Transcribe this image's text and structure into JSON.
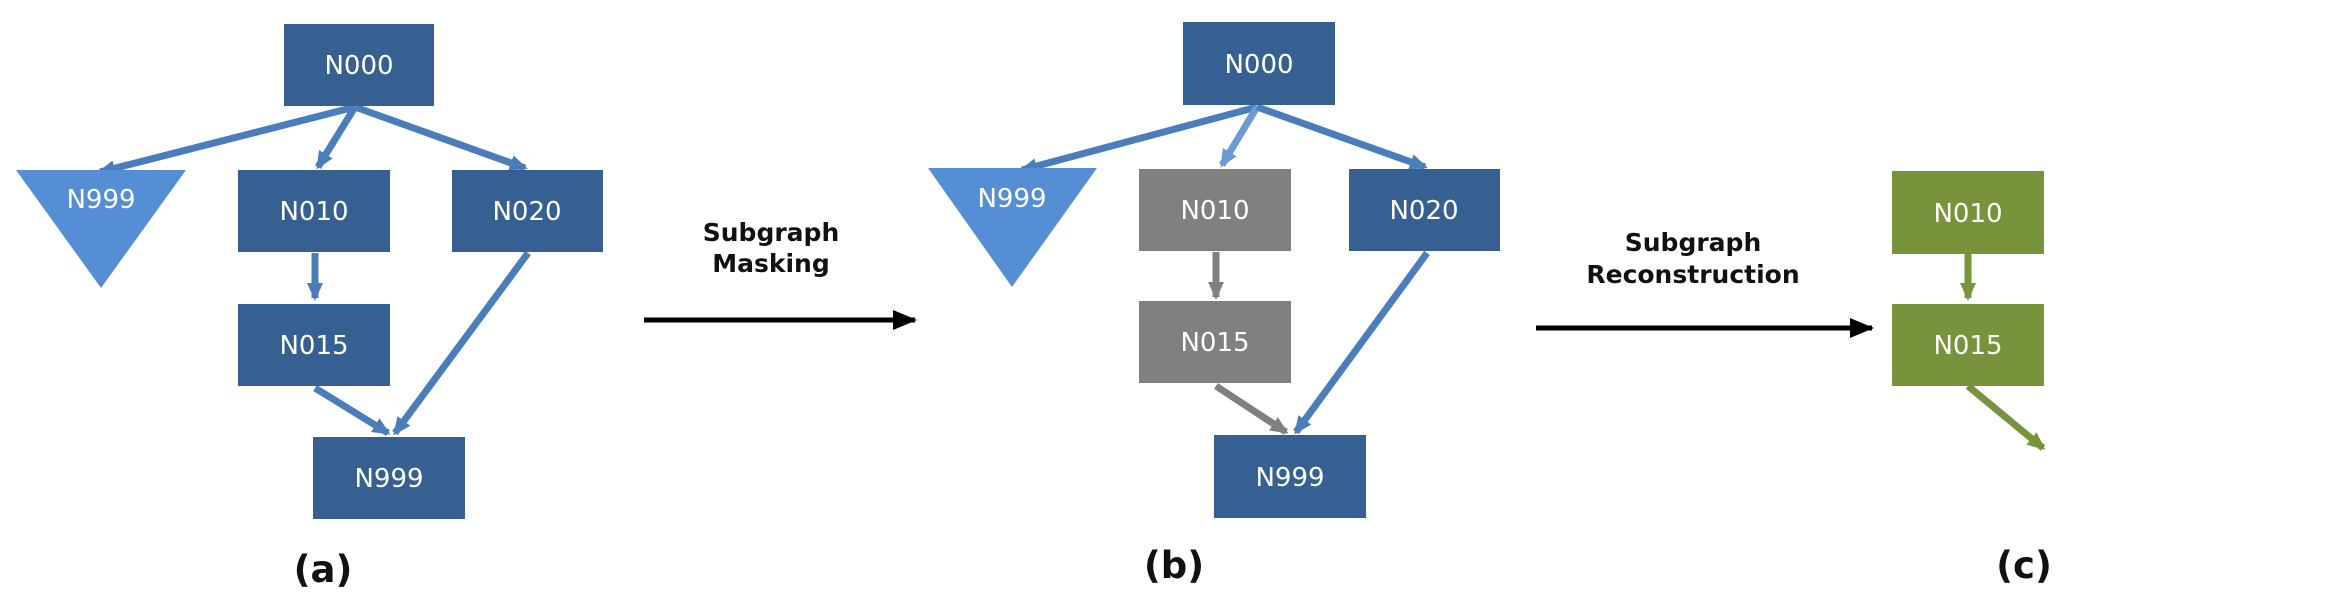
{
  "colors": {
    "node_dark_blue": "#376092",
    "node_light_blue": "#558ED5",
    "node_gray": "#808080",
    "node_green": "#77933C",
    "edge_blue": "#4A7EBB",
    "edge_light_blue": "#6C9BD2",
    "edge_gray": "#808080",
    "edge_green": "#77933C",
    "process_arrow": "#000000"
  },
  "panels": [
    {
      "label": "(a)",
      "nodes": [
        {
          "id": "a-n000",
          "label": "N000",
          "shape": "rect",
          "color": "#376092"
        },
        {
          "id": "a-n999-exit",
          "label": "N999",
          "shape": "triangle",
          "color": "#558ED5"
        },
        {
          "id": "a-n010",
          "label": "N010",
          "shape": "rect",
          "color": "#376092"
        },
        {
          "id": "a-n020",
          "label": "N020",
          "shape": "rect",
          "color": "#376092"
        },
        {
          "id": "a-n015",
          "label": "N015",
          "shape": "rect",
          "color": "#376092"
        },
        {
          "id": "a-n999",
          "label": "N999",
          "shape": "rect",
          "color": "#376092"
        }
      ],
      "edges": [
        {
          "from": "N000",
          "to": "N999 (triangle)",
          "color": "#4A7EBB"
        },
        {
          "from": "N000",
          "to": "N010",
          "color": "#4A7EBB"
        },
        {
          "from": "N000",
          "to": "N020",
          "color": "#4A7EBB"
        },
        {
          "from": "N010",
          "to": "N015",
          "color": "#4A7EBB"
        },
        {
          "from": "N015",
          "to": "N999",
          "color": "#4A7EBB"
        },
        {
          "from": "N020",
          "to": "N999",
          "color": "#4A7EBB"
        }
      ]
    },
    {
      "label": "(b)",
      "nodes": [
        {
          "id": "b-n000",
          "label": "N000",
          "shape": "rect",
          "color": "#376092"
        },
        {
          "id": "b-n999-exit",
          "label": "N999",
          "shape": "triangle",
          "color": "#558ED5"
        },
        {
          "id": "b-n010",
          "label": "N010",
          "shape": "rect",
          "color": "#808080"
        },
        {
          "id": "b-n020",
          "label": "N020",
          "shape": "rect",
          "color": "#376092"
        },
        {
          "id": "b-n015",
          "label": "N015",
          "shape": "rect",
          "color": "#808080"
        },
        {
          "id": "b-n999",
          "label": "N999",
          "shape": "rect",
          "color": "#376092"
        }
      ],
      "edges": [
        {
          "from": "N000",
          "to": "N999 (triangle)",
          "color": "#4A7EBB"
        },
        {
          "from": "N000",
          "to": "N010",
          "color": "#6C9BD2"
        },
        {
          "from": "N000",
          "to": "N020",
          "color": "#4A7EBB"
        },
        {
          "from": "N010",
          "to": "N015",
          "color": "#808080"
        },
        {
          "from": "N015",
          "to": "N999",
          "color": "#808080"
        },
        {
          "from": "N020",
          "to": "N999",
          "color": "#4A7EBB"
        }
      ]
    },
    {
      "label": "(c)",
      "nodes": [
        {
          "id": "c-n010",
          "label": "N010",
          "shape": "rect",
          "color": "#77933C"
        },
        {
          "id": "c-n015",
          "label": "N015",
          "shape": "rect",
          "color": "#77933C"
        }
      ],
      "edges": [
        {
          "from": "N010",
          "to": "N015",
          "color": "#77933C"
        },
        {
          "from": "N015",
          "to": "(outgoing)",
          "color": "#77933C"
        }
      ]
    }
  ],
  "steps": [
    {
      "line1": "Subgraph",
      "line2": "Masking"
    },
    {
      "line1": "Subgraph",
      "line2": "Reconstruction"
    }
  ]
}
